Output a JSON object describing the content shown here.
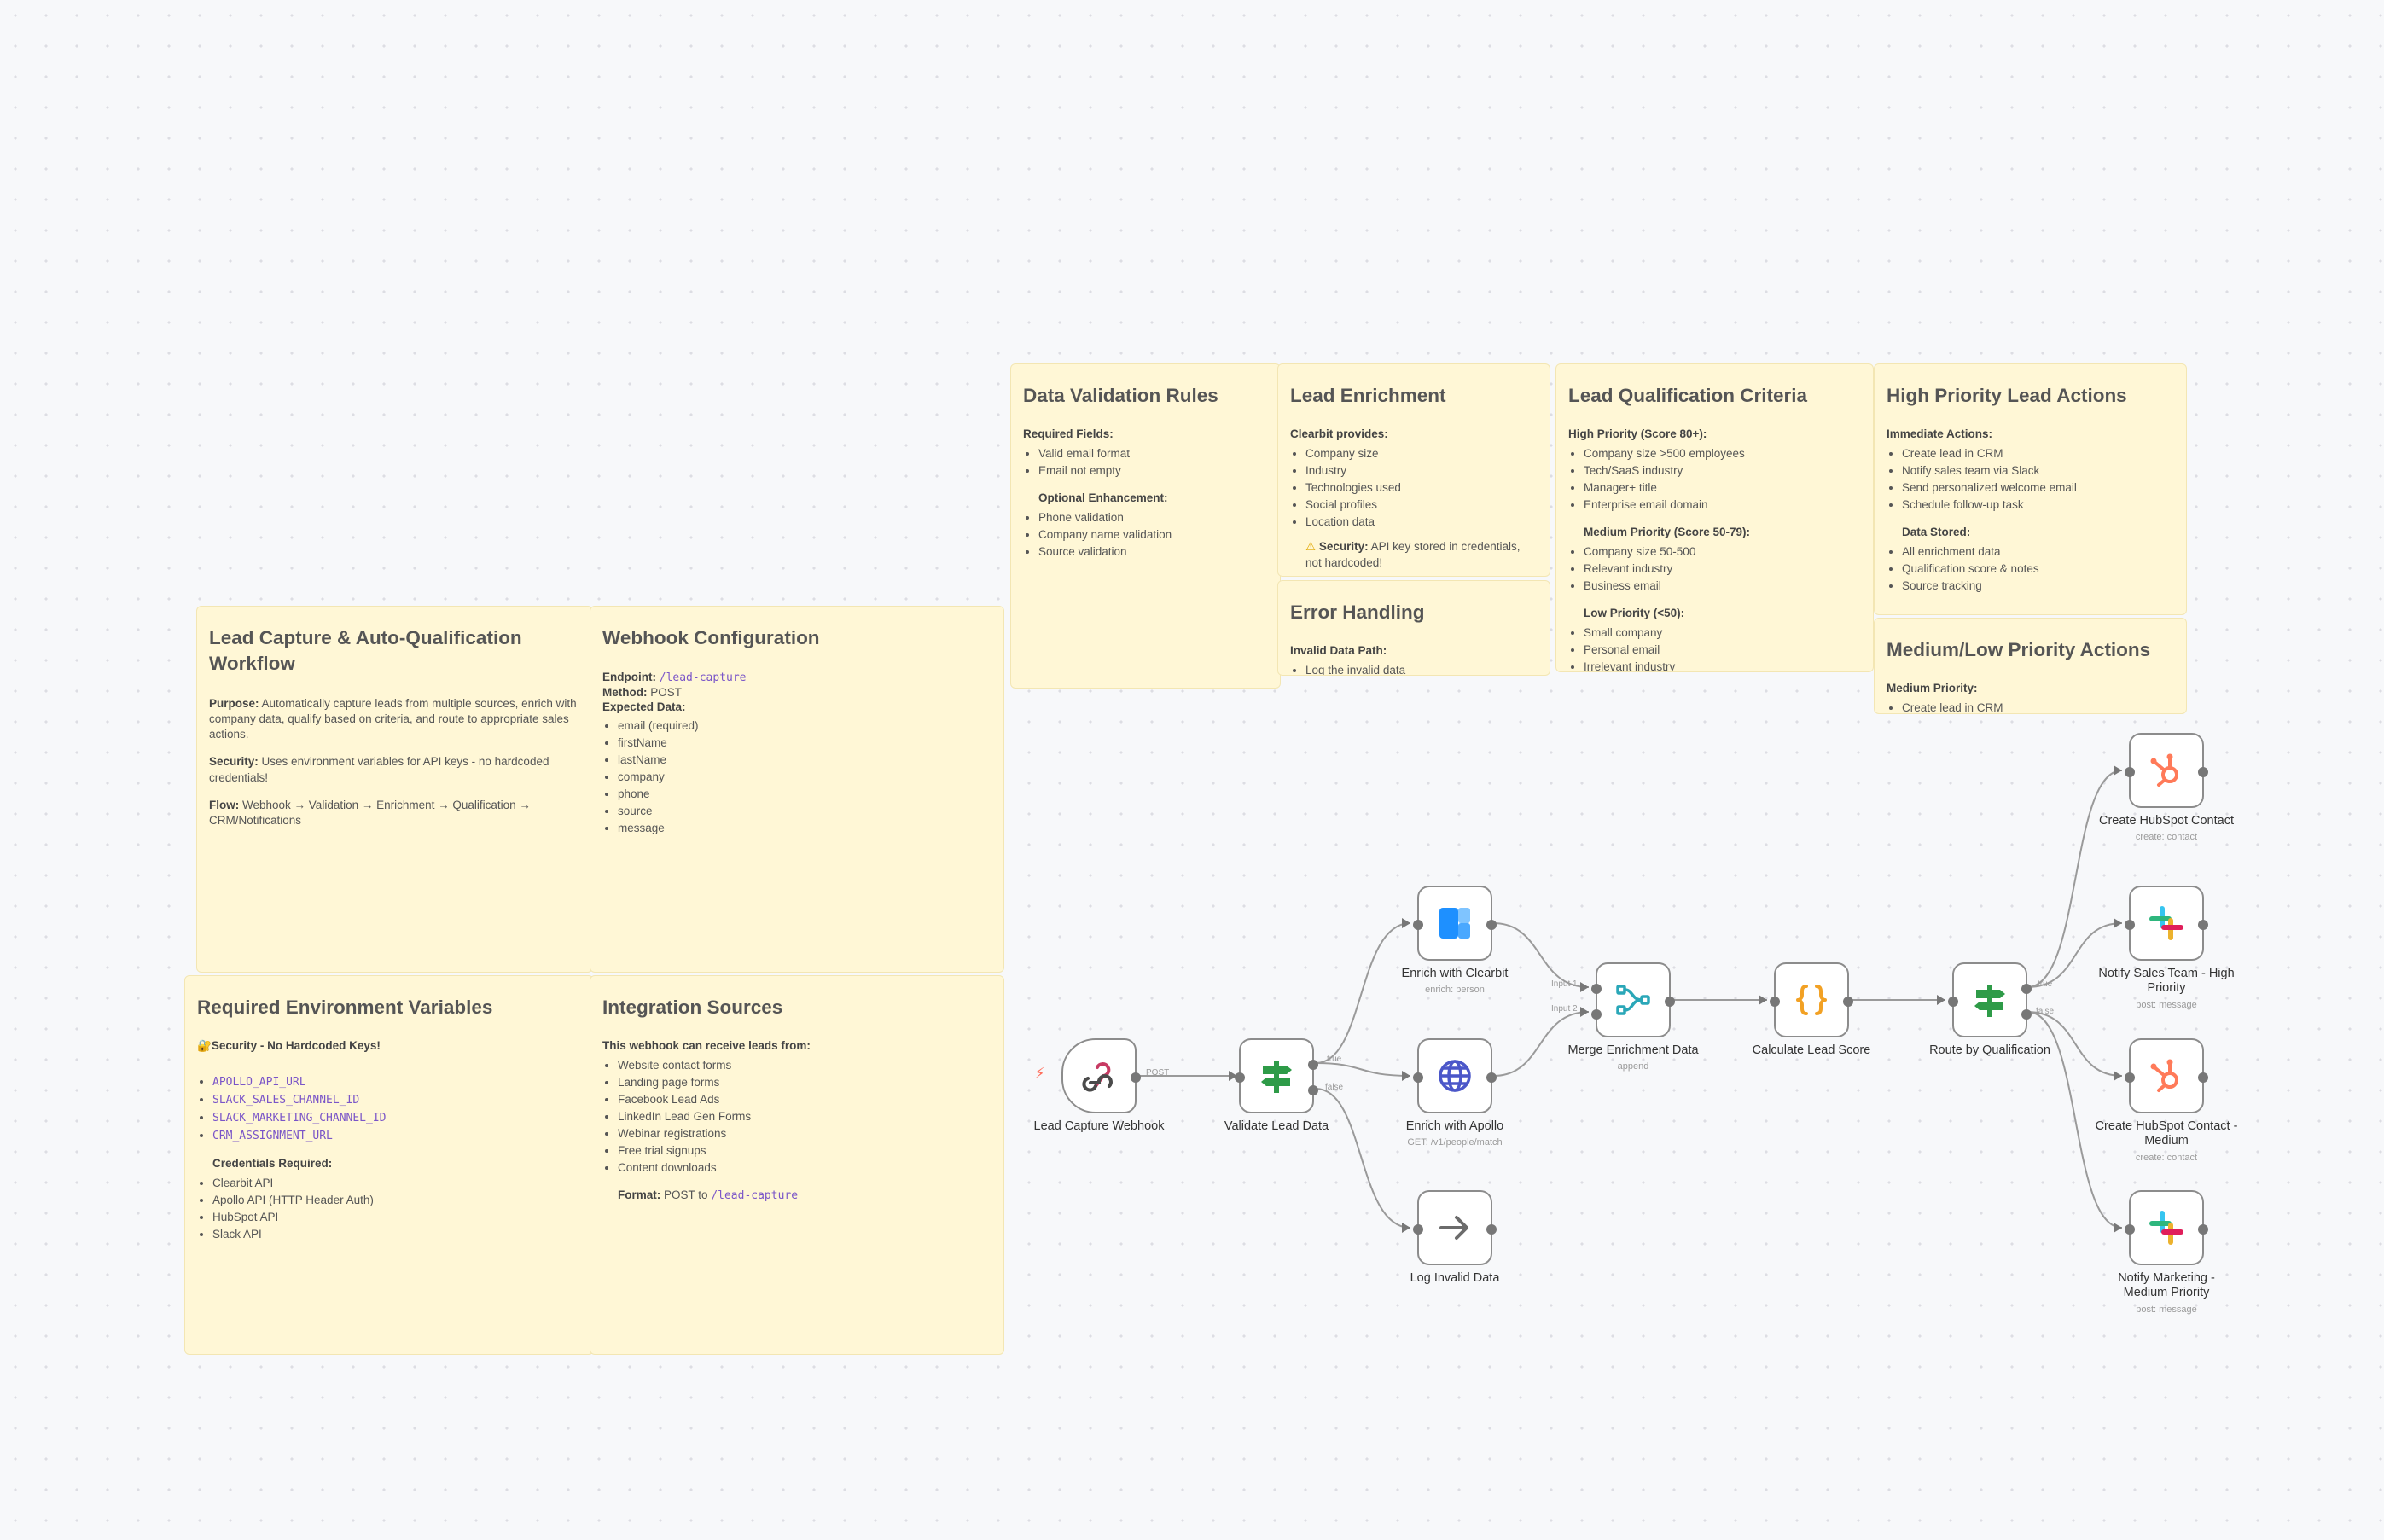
{
  "notes": {
    "lead_capture": {
      "title": "Lead Capture & Auto-Qualification Workflow",
      "purpose_label": "Purpose:",
      "purpose": "Automatically capture leads from multiple sources, enrich with company data, qualify based on criteria, and route to appropriate sales actions.",
      "security_label": "Security:",
      "security": "Uses environment variables for API keys - no hardcoded credentials!",
      "flow_label": "Flow:",
      "flow": "Webhook → Validation → Enrichment → Qualification → CRM/Notifications"
    },
    "webhook_config": {
      "title": "Webhook Configuration",
      "endpoint_label": "Endpoint:",
      "endpoint": "/lead-capture",
      "method_label": "Method:",
      "method": "POST",
      "expected_label": "Expected Data:",
      "fields": [
        "email (required)",
        "firstName",
        "lastName",
        "company",
        "phone",
        "source",
        "message"
      ]
    },
    "data_validation": {
      "title": "Data Validation Rules",
      "required_label": "Required Fields:",
      "required": [
        "Valid email format",
        "Email not empty"
      ],
      "optional_label": "Optional Enhancement:",
      "optional": [
        "Phone validation",
        "Company name validation",
        "Source validation"
      ]
    },
    "lead_enrichment": {
      "title": "Lead Enrichment",
      "provides_label": "Clearbit provides:",
      "provides": [
        "Company size",
        "Industry",
        "Technologies used",
        "Social profiles",
        "Location data"
      ],
      "security_label": "Security:",
      "security": "API key stored in credentials, not hardcoded!"
    },
    "error_handling": {
      "title": "Error Handling",
      "path_label": "Invalid Data Path:",
      "items": [
        "Log the invalid data"
      ]
    },
    "qualification": {
      "title": "Lead Qualification Criteria",
      "high_label": "High Priority (Score 80+):",
      "high": [
        "Company size >500 employees",
        "Tech/SaaS industry",
        "Manager+ title",
        "Enterprise email domain"
      ],
      "medium_label": "Medium Priority (Score 50-79):",
      "medium": [
        "Company size 50-500",
        "Relevant industry",
        "Business email"
      ],
      "low_label": "Low Priority (<50):",
      "low": [
        "Small company",
        "Personal email",
        "Irrelevant industry"
      ]
    },
    "high_actions": {
      "title": "High Priority Lead Actions",
      "immediate_label": "Immediate Actions:",
      "immediate": [
        "Create lead in CRM",
        "Notify sales team via Slack",
        "Send personalized welcome email",
        "Schedule follow-up task"
      ],
      "stored_label": "Data Stored:",
      "stored": [
        "All enrichment data",
        "Qualification score & notes",
        "Source tracking"
      ]
    },
    "medium_actions": {
      "title": "Medium/Low Priority Actions",
      "medium_label": "Medium Priority:",
      "items": [
        "Create lead in CRM"
      ]
    },
    "env_vars": {
      "title": "Required Environment Variables",
      "security_line": "Security - No Hardcoded Keys!",
      "vars": [
        "APOLLO_API_URL",
        "SLACK_SALES_CHANNEL_ID",
        "SLACK_MARKETING_CHANNEL_ID",
        "CRM_ASSIGNMENT_URL"
      ],
      "cred_label": "Credentials Required:",
      "creds": [
        "Clearbit API",
        "Apollo API (HTTP Header Auth)",
        "HubSpot API",
        "Slack API"
      ]
    },
    "integration": {
      "title": "Integration Sources",
      "intro": "This webhook can receive leads from:",
      "sources": [
        "Website contact forms",
        "Landing page forms",
        "Facebook Lead Ads",
        "LinkedIn Lead Gen Forms",
        "Webinar registrations",
        "Free trial signups",
        "Content downloads"
      ],
      "format_label": "Format:",
      "format_prefix": "POST to",
      "format_path": "/lead-capture"
    }
  },
  "nodes": {
    "webhook": {
      "label": "Lead Capture Webhook",
      "icon": "webhook-icon"
    },
    "validate": {
      "label": "Validate Lead Data",
      "icon": "filter-signpost-icon"
    },
    "clearbit": {
      "label": "Enrich with Clearbit",
      "sub": "enrich: person",
      "icon": "clearbit-icon"
    },
    "apollo": {
      "label": "Enrich with Apollo",
      "sub": "GET: /v1/people/match",
      "icon": "globe-icon"
    },
    "log_invalid": {
      "label": "Log Invalid Data",
      "icon": "arrow-right-icon"
    },
    "merge": {
      "label": "Merge Enrichment Data",
      "sub": "append",
      "icon": "merge-icon"
    },
    "score": {
      "label": "Calculate Lead Score",
      "icon": "code-braces-icon"
    },
    "route": {
      "label": "Route by Qualification",
      "icon": "filter-signpost-icon"
    },
    "hubspot_high": {
      "label": "Create HubSpot Contact",
      "sub": "create: contact",
      "icon": "hubspot-icon"
    },
    "slack_high": {
      "label": "Notify Sales Team - High Priority",
      "sub": "post: message",
      "icon": "slack-icon"
    },
    "hubspot_medium": {
      "label": "Create HubSpot Contact - Medium",
      "sub": "create: contact",
      "icon": "hubspot-icon"
    },
    "slack_medium": {
      "label": "Notify Marketing - Medium Priority",
      "sub": "post: message",
      "icon": "slack-icon"
    }
  },
  "edge_labels": {
    "post": "POST",
    "true": "true",
    "false": "false",
    "input1": "Input 1",
    "input2": "Input 2"
  },
  "colors": {
    "note_bg": "#fff7d6",
    "code": "#7a55c8",
    "hubspot": "#ff7a59",
    "clearbit": "#1e90ff",
    "filter_green": "#2e9b48"
  }
}
